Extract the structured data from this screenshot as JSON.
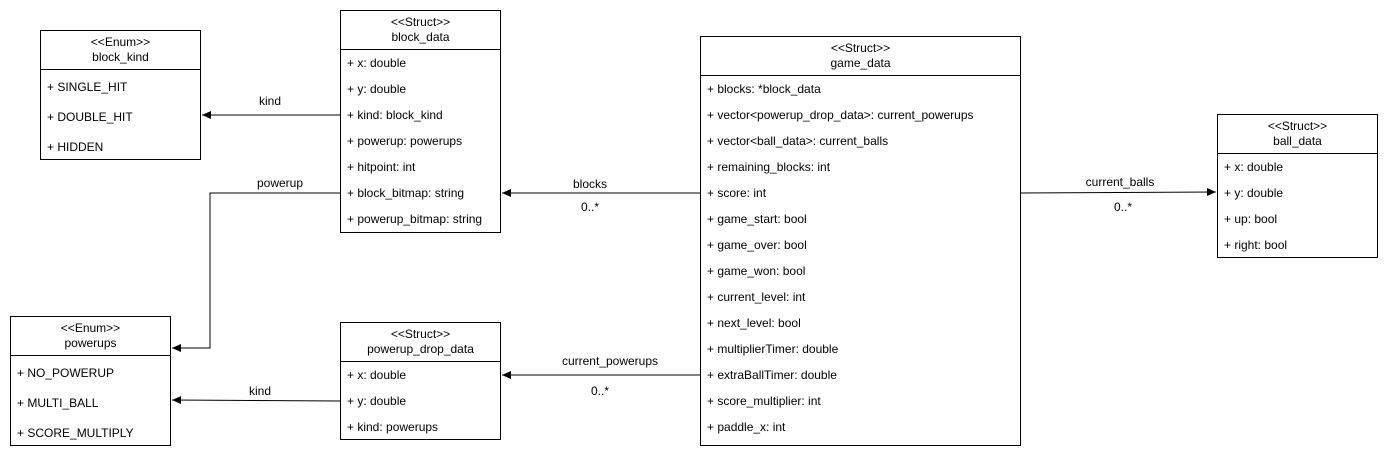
{
  "classes": {
    "block_kind": {
      "stereotype": "<<Enum>>",
      "name": "block_kind",
      "attributes": [
        "+ SINGLE_HIT",
        "+ DOUBLE_HIT",
        "+ HIDDEN"
      ]
    },
    "block_data": {
      "stereotype": "<<Struct>>",
      "name": "block_data",
      "attributes": [
        "+ x: double",
        "+ y: double",
        "+ kind: block_kind",
        "+ powerup: powerups",
        "+ hitpoint: int",
        "+ block_bitmap: string",
        "+ powerup_bitmap: string"
      ]
    },
    "game_data": {
      "stereotype": "<<Struct>>",
      "name": "game_data",
      "attributes": [
        "+ blocks: *block_data",
        "+ vector<powerup_drop_data>: current_powerups",
        "+ vector<ball_data>: current_balls",
        "+ remaining_blocks: int",
        "+ score: int",
        "+ game_start: bool",
        "+ game_over: bool",
        "+ game_won: bool",
        "+ current_level: int",
        "+ next_level: bool",
        "+ multiplierTimer: double",
        "+ extraBallTimer: double",
        "+ score_multiplier: int",
        "+ paddle_x: int"
      ]
    },
    "ball_data": {
      "stereotype": "<<Struct>>",
      "name": "ball_data",
      "attributes": [
        "+ x: double",
        "+ y: double",
        "+ up: bool",
        "+ right: bool"
      ]
    },
    "powerups": {
      "stereotype": "<<Enum>>",
      "name": "powerups",
      "attributes": [
        "+ NO_POWERUP",
        "+ MULTI_BALL",
        "+ SCORE_MULTIPLY"
      ]
    },
    "powerup_drop_data": {
      "stereotype": "<<Struct>>",
      "name": "powerup_drop_data",
      "attributes": [
        "+ x: double",
        "+ y: double",
        "+ kind: powerups"
      ]
    }
  },
  "edges": {
    "block_data_kind": {
      "label": "kind"
    },
    "block_data_powerup": {
      "label": "powerup"
    },
    "game_blocks": {
      "label": "blocks",
      "multiplicity": "0..*"
    },
    "game_balls": {
      "label": "current_balls",
      "multiplicity": "0..*"
    },
    "game_powerups": {
      "label": "current_powerups",
      "multiplicity": "0..*"
    },
    "drop_kind": {
      "label": "kind"
    }
  },
  "colors": {
    "line": "#000000",
    "background": "#ffffff"
  }
}
